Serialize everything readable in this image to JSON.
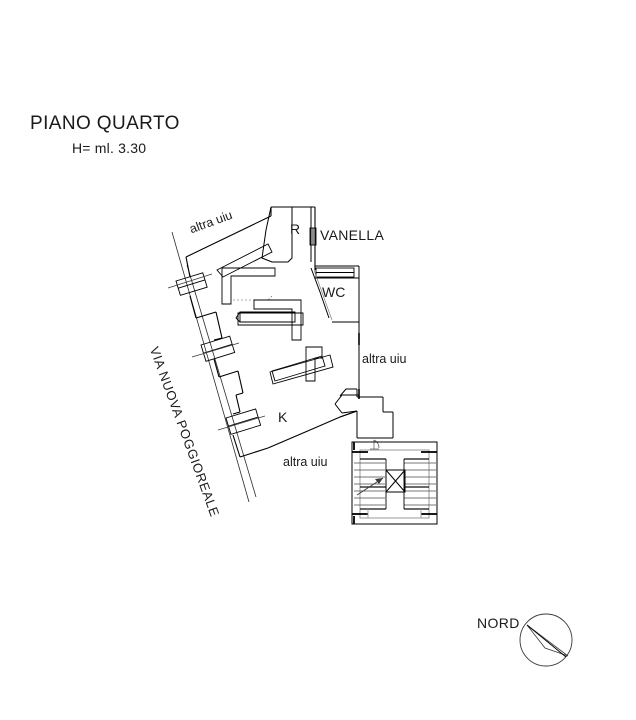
{
  "document": {
    "type": "architectural-floor-plan",
    "title": "PIANO QUARTO",
    "subtitle": "H= ml. 3.30"
  },
  "room_labels": {
    "r": "R",
    "vanella": "VANELLA",
    "wc": "WC",
    "k": "K"
  },
  "adjacency_labels": {
    "upper_left": "altra uiu",
    "right": "altra uiu",
    "lower": "altra uiu"
  },
  "street": {
    "name": "VIA NUOVA POGGIOREALE",
    "rotation_deg": 70
  },
  "compass": {
    "label": "NORD",
    "icon": "north-arrow-icon"
  },
  "colors": {
    "background": "#ffffff",
    "linework": "#000000",
    "text": "#1a1a1a",
    "hatch": "#8a8a8a"
  }
}
